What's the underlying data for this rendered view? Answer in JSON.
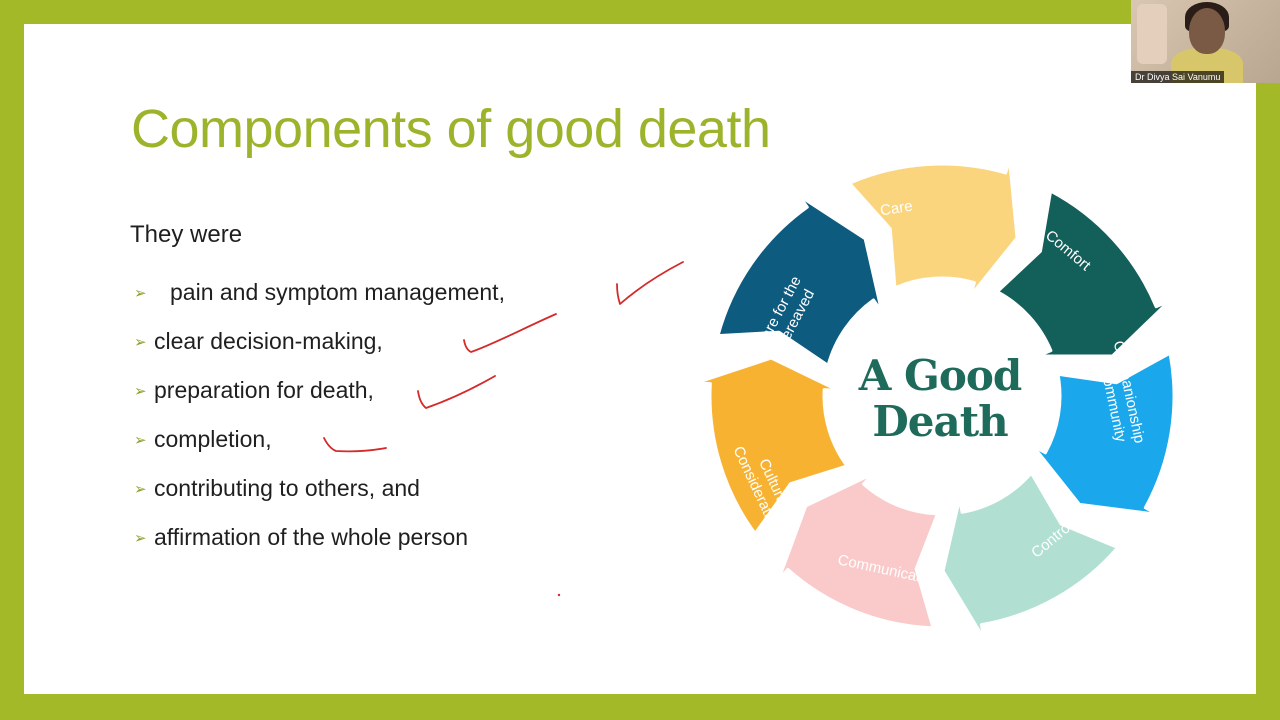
{
  "slide": {
    "title": "Components of good death",
    "intro": "They were",
    "bullets": [
      "pain and symptom management,",
      "clear decision-making,",
      "preparation for death,",
      "completion,",
      "contributing to others, and",
      "affirmation of the whole person"
    ],
    "bullet_icon": "arrowhead-bullet-icon",
    "accent_color": "#9cb42c"
  },
  "diagram": {
    "center_title_line1": "A Good",
    "center_title_line2": "Death",
    "center_color": "#1e6b5c",
    "segments": [
      {
        "name": "care",
        "label": "Care",
        "color": "#fbd57e"
      },
      {
        "name": "comfort",
        "label": "Comfort",
        "color": "#135f59"
      },
      {
        "name": "companionship",
        "label_line1": "Companionship",
        "label_line2": "& Community",
        "color": "#1aa7ec"
      },
      {
        "name": "control",
        "label": "Control",
        "color": "#b1e0d3"
      },
      {
        "name": "communication",
        "label": "Communication",
        "color": "#fac9c9"
      },
      {
        "name": "cultural",
        "label_line1": "Cultural",
        "label_line2": "Considerations",
        "color": "#f8b232"
      },
      {
        "name": "bereaved",
        "label_line1": "Care for the",
        "label_line2": "Bereaved",
        "color": "#0e5b80"
      }
    ]
  },
  "annotation": {
    "pen_color": "#d42a2a",
    "tick_icon": "red-tick-annotation-icon"
  },
  "webcam": {
    "participant_name": "Dr Divya Sai Vanumu"
  }
}
